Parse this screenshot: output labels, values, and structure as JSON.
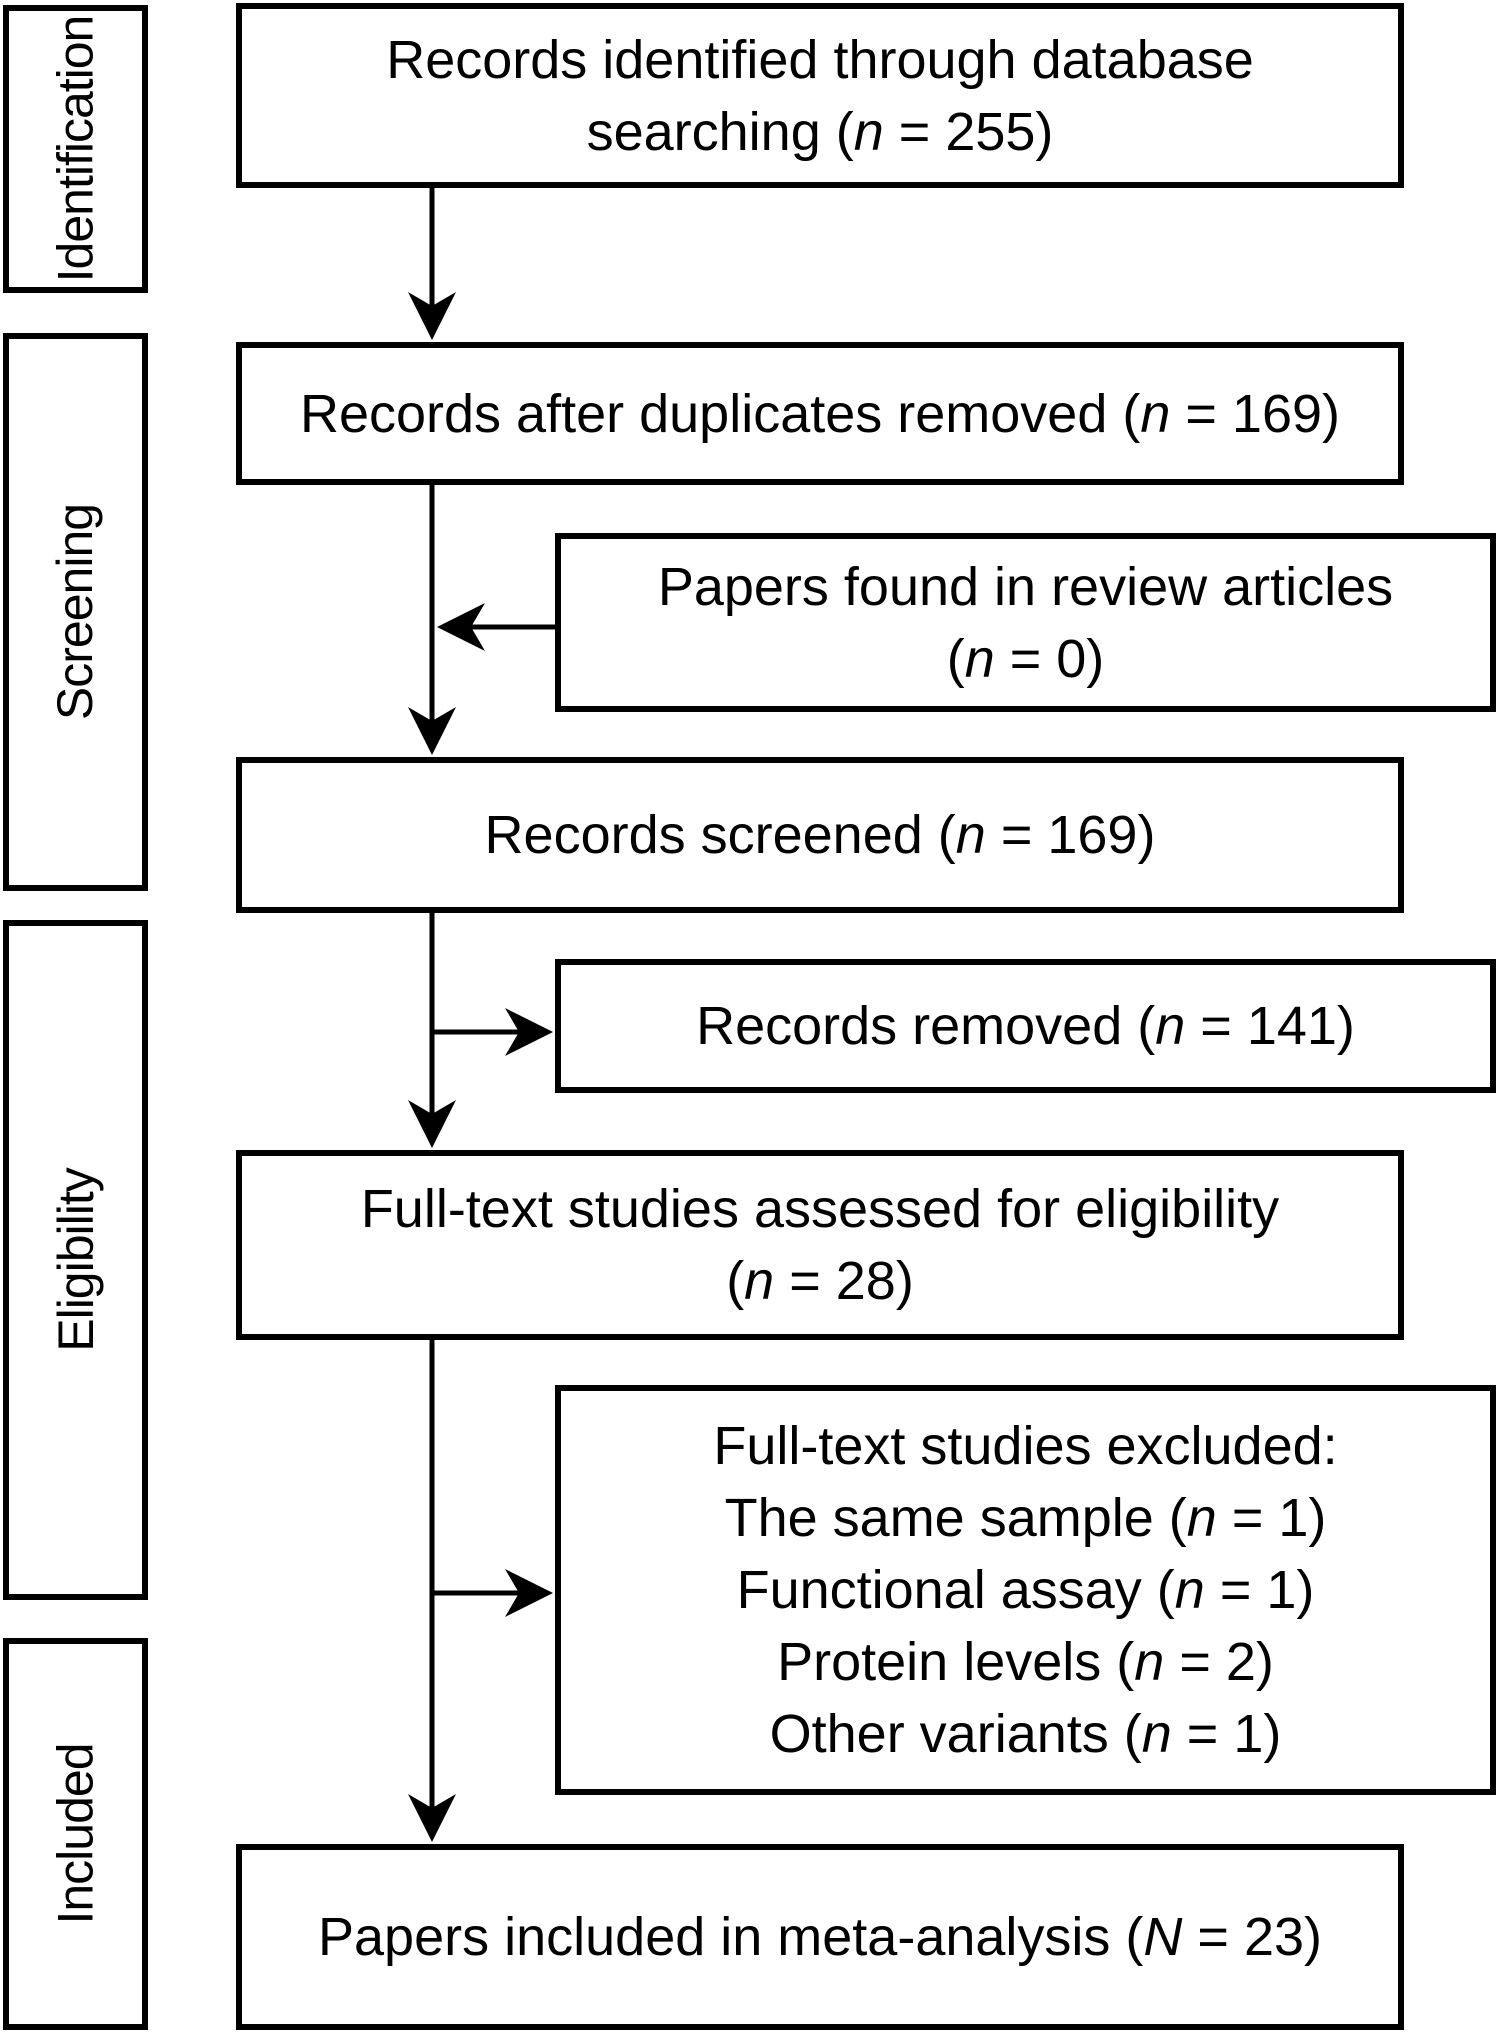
{
  "colors": {
    "ink": "#000000",
    "background": "#ffffff"
  },
  "sidebar": {
    "stages": [
      {
        "label": "Identification"
      },
      {
        "label": "Screening"
      },
      {
        "label": "Eligibility"
      },
      {
        "label": "Included"
      }
    ]
  },
  "flow": {
    "identified": {
      "lines": [
        {
          "pre": "Records identified through database",
          "var": "",
          "post": ""
        },
        {
          "pre": "searching (",
          "var": "n",
          "post": " = 255)"
        }
      ]
    },
    "duplicates_removed": {
      "lines": [
        {
          "pre": "Records after duplicates removed (",
          "var": "n",
          "post": " = 169)"
        }
      ]
    },
    "review_articles": {
      "lines": [
        {
          "pre": "Papers found in review articles",
          "var": "",
          "post": ""
        },
        {
          "pre": "(",
          "var": "n",
          "post": " = 0)"
        }
      ]
    },
    "screened": {
      "lines": [
        {
          "pre": "Records screened (",
          "var": "n",
          "post": " = 169)"
        }
      ]
    },
    "removed": {
      "lines": [
        {
          "pre": "Records removed (",
          "var": "n",
          "post": " = 141)"
        }
      ]
    },
    "eligibility_assessed": {
      "lines": [
        {
          "pre": "Full-text studies assessed for eligibility",
          "var": "",
          "post": ""
        },
        {
          "pre": "(",
          "var": "n",
          "post": " = 28)"
        }
      ]
    },
    "excluded": {
      "lines": [
        {
          "pre": "Full-text studies excluded:",
          "var": "",
          "post": ""
        },
        {
          "pre": "The same sample (",
          "var": "n",
          "post": " = 1)"
        },
        {
          "pre": "Functional assay (",
          "var": "n",
          "post": " = 1)"
        },
        {
          "pre": "Protein levels (",
          "var": "n",
          "post": " = 2)"
        },
        {
          "pre": "Other variants (",
          "var": "n",
          "post": " = 1)"
        }
      ]
    },
    "included": {
      "lines": [
        {
          "pre": "Papers included in meta-analysis (",
          "var": "N",
          "post": " = 23)"
        }
      ]
    }
  }
}
